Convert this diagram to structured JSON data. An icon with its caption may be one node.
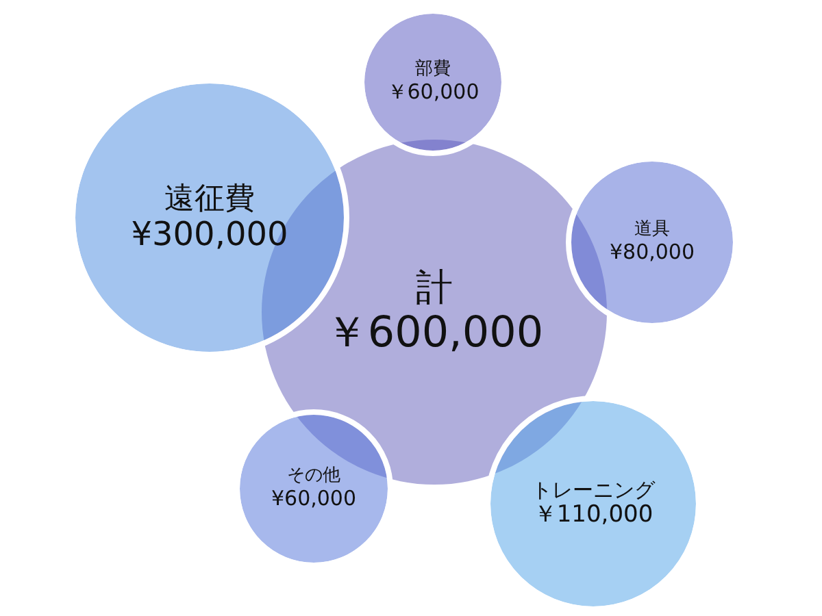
{
  "diagram": {
    "nodes": [
      {
        "text": [
          "部費",
          "￥60,000"
        ]
      },
      {
        "text": [
          "遠征費",
          "¥300,000"
        ]
      },
      {
        "text": [
          "計",
          "￥600,000"
        ]
      },
      {
        "text": [
          "道具",
          "¥80,000"
        ]
      },
      {
        "text": [
          "その他",
          "¥60,000"
        ]
      },
      {
        "text": [
          "トレーニング",
          "￥110,000"
        ]
      }
    ]
  }
}
